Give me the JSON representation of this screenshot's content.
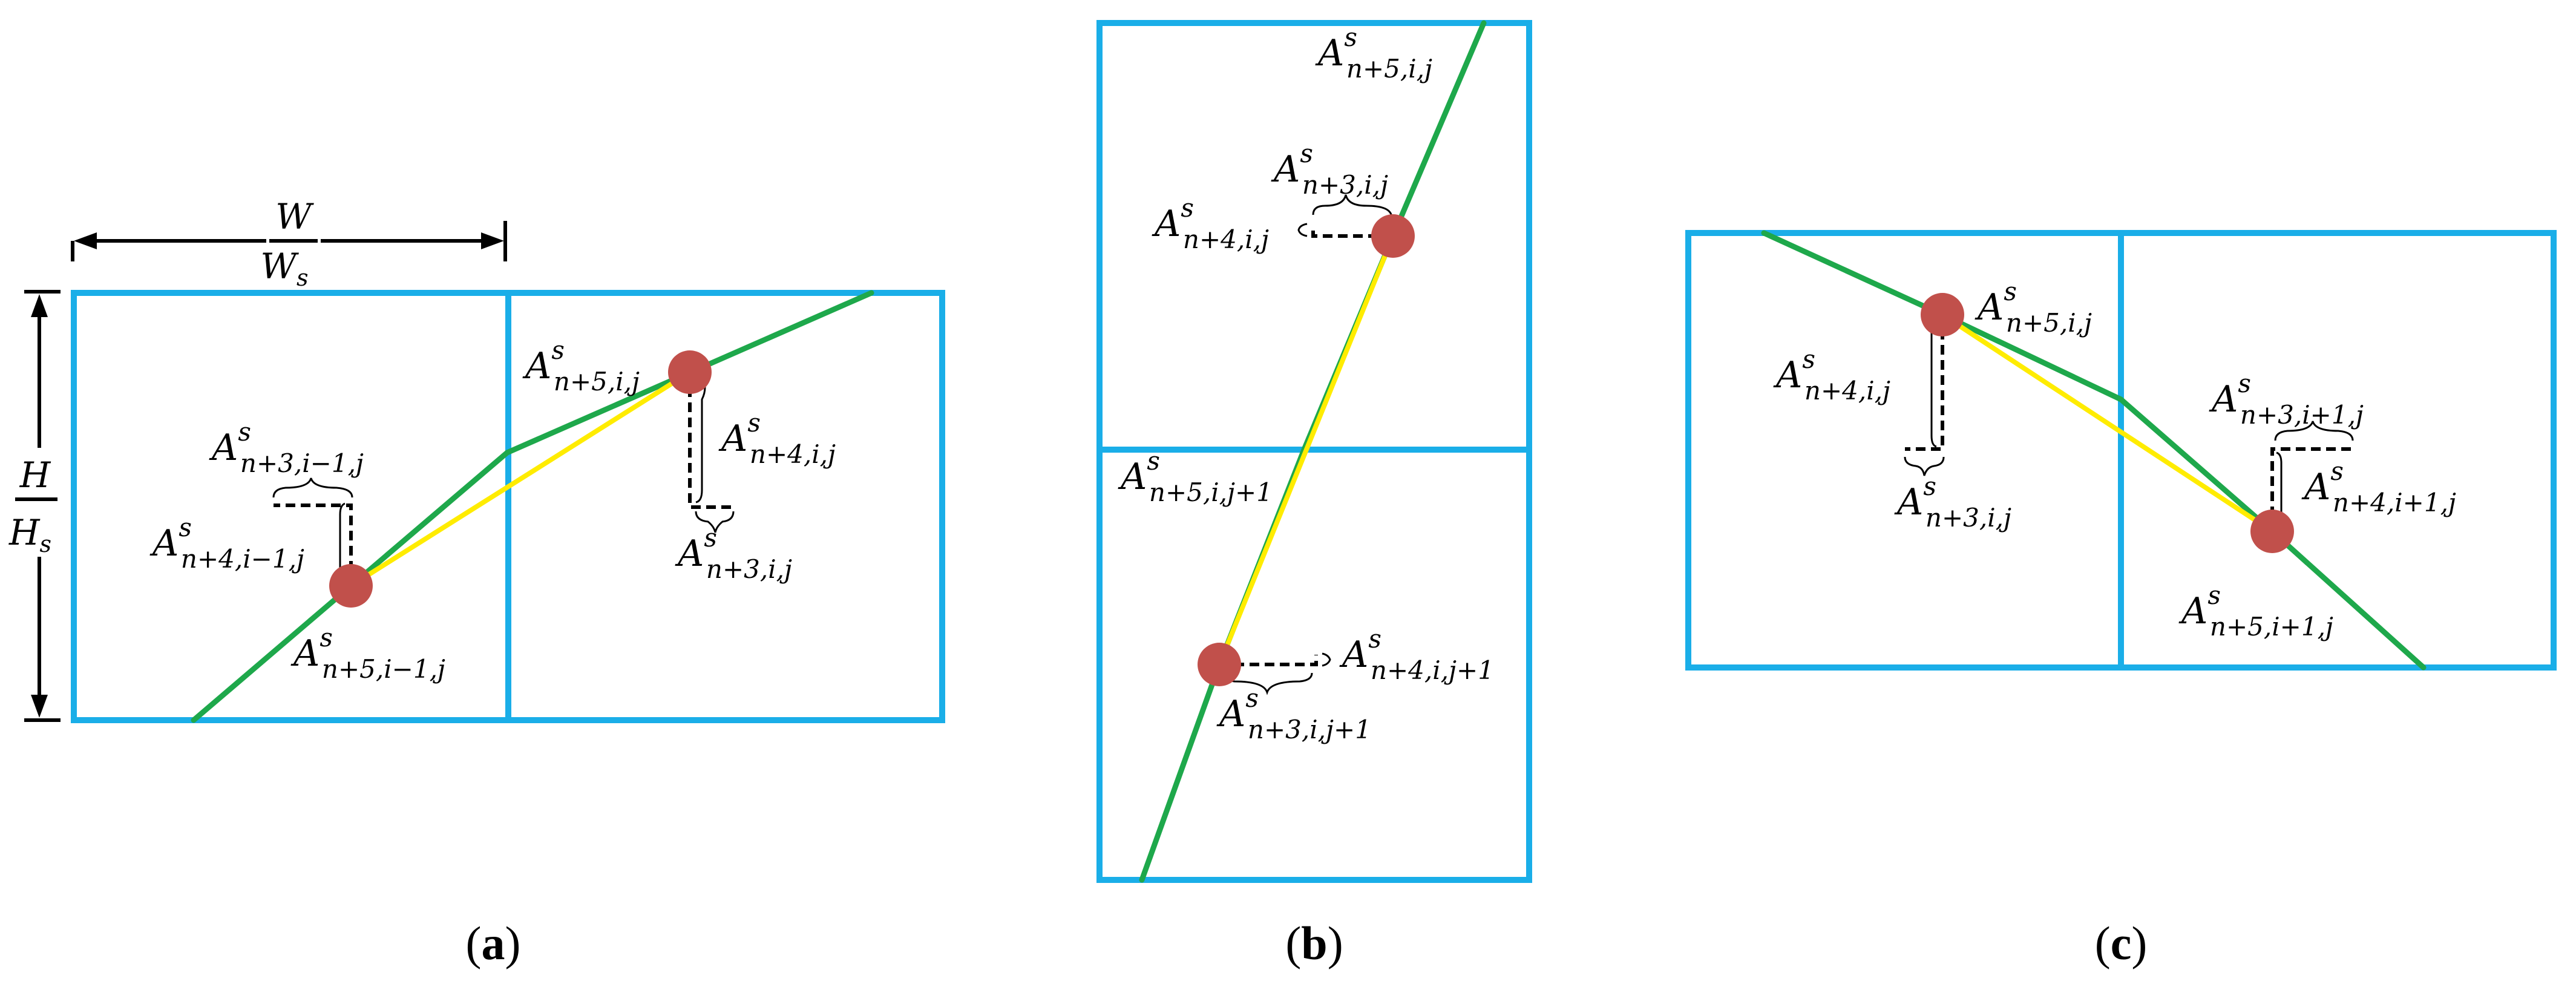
{
  "panel_a": {
    "caption_open": "(",
    "caption_letter": "a",
    "caption_close": ")",
    "width_num": "W",
    "width_den": "W",
    "width_den_sub": "s",
    "height_num": "H",
    "height_den": "H",
    "height_den_sub": "s",
    "label_top_right": {
      "base": "A",
      "sup": "s",
      "sub": "n+5,i,j"
    },
    "label_right_vert": {
      "base": "A",
      "sup": "s",
      "sub": "n+4,i,j"
    },
    "label_right_horiz": {
      "base": "A",
      "sup": "s",
      "sub": "n+3,i,j"
    },
    "label_left_horiz": {
      "base": "A",
      "sup": "s",
      "sub": "n+3,i−1,j"
    },
    "label_left_vert": {
      "base": "A",
      "sup": "s",
      "sub": "n+4,i−1,j"
    },
    "label_left_point": {
      "base": "A",
      "sup": "s",
      "sub": "n+5,i−1,j"
    }
  },
  "panel_b": {
    "caption_open": "(",
    "caption_letter": "b",
    "caption_close": ")",
    "label_top": {
      "base": "A",
      "sup": "s",
      "sub": "n+5,i,j"
    },
    "label_top_horiz": {
      "base": "A",
      "sup": "s",
      "sub": "n+3,i,j"
    },
    "label_top_vert": {
      "base": "A",
      "sup": "s",
      "sub": "n+4,i,j"
    },
    "label_mid": {
      "base": "A",
      "sup": "s",
      "sub": "n+5,i,j+1"
    },
    "label_bottom_vert": {
      "base": "A",
      "sup": "s",
      "sub": "n+4,i,j+1"
    },
    "label_bottom_horiz": {
      "base": "A",
      "sup": "s",
      "sub": "n+3,i,j+1"
    }
  },
  "panel_c": {
    "caption_open": "(",
    "caption_letter": "c",
    "caption_close": ")",
    "label_left_point": {
      "base": "A",
      "sup": "s",
      "sub": "n+5,i,j"
    },
    "label_left_vert": {
      "base": "A",
      "sup": "s",
      "sub": "n+4,i,j"
    },
    "label_left_horiz": {
      "base": "A",
      "sup": "s",
      "sub": "n+3,i,j"
    },
    "label_right_horiz": {
      "base": "A",
      "sup": "s",
      "sub": "n+3,i+1,j"
    },
    "label_right_vert": {
      "base": "A",
      "sup": "s",
      "sub": "n+4,i+1,j"
    },
    "label_right_point": {
      "base": "A",
      "sup": "s",
      "sub": "n+5,i+1,j"
    }
  },
  "colors": {
    "cell_border": "#1aaee8",
    "polyline": "#1ea84b",
    "connector": "#ffec00",
    "node": "#c1504b"
  }
}
